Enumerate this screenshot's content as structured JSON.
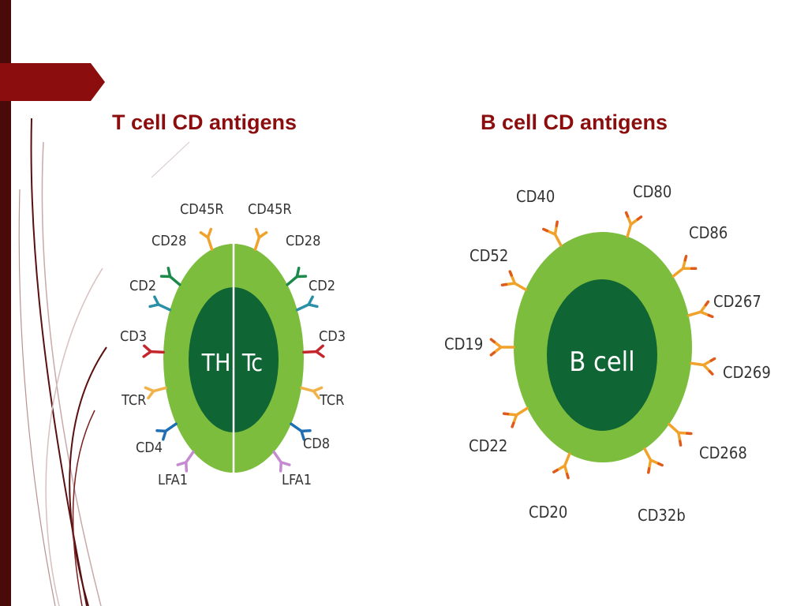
{
  "slide": {
    "t_title": "T cell CD antigens",
    "b_title": "B cell CD antigens"
  },
  "t_cell": {
    "left_label": "TH",
    "right_label": "Tc",
    "left_markers": [
      "CD45R",
      "CD28",
      "CD2",
      "CD3",
      "TCR",
      "CD4",
      "LFA1"
    ],
    "right_markers": [
      "CD45R",
      "CD28",
      "CD2",
      "CD3",
      "TCR",
      "CD8",
      "LFA1"
    ]
  },
  "b_cell": {
    "label": "B cell",
    "markers": [
      "CD40",
      "CD80",
      "CD86",
      "CD267",
      "CD269",
      "CD268",
      "CD32b",
      "CD20",
      "CD22",
      "CD19",
      "CD52"
    ]
  },
  "colors": {
    "title": "#8b0d0d",
    "accent": "#8b0d0d",
    "cell_outer": "#7dbd3d",
    "cell_inner": "#0f6533",
    "cd45r": "#f0a22a",
    "cd28": "#1c8a4a",
    "cd2": "#2b8fa8",
    "cd3": "#c4262e",
    "tcr": "#f2b24a",
    "cd4_cd8": "#1f6fb3",
    "lfa1": "#c48bd0",
    "b_antibody": "#f0a22a",
    "b_antibody_tip": "#e05a1a"
  }
}
